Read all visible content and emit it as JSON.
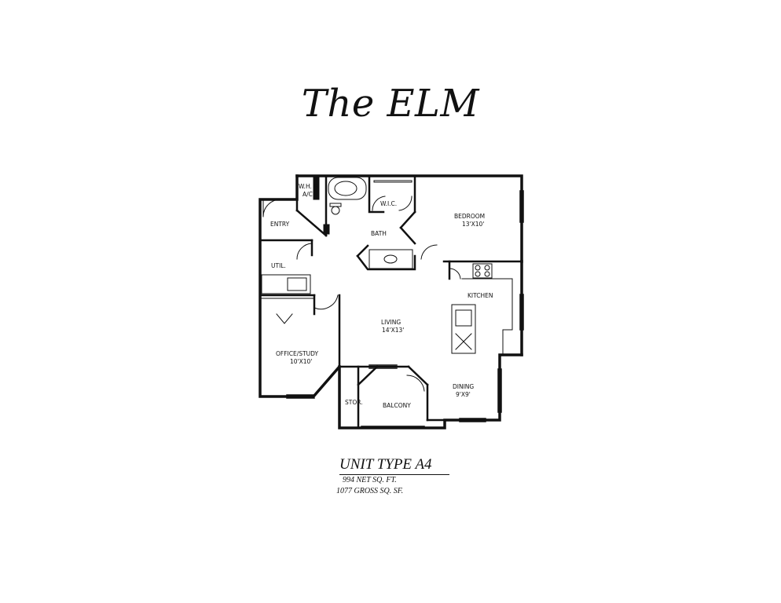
{
  "title": "The ELM",
  "rooms": {
    "wh_ac_1": "W.H. &",
    "wh_ac_2": "A/C",
    "wic": "W.I.C.",
    "bedroom": "BEDROOM",
    "bedroom_dim": "13'X10'",
    "entry": "ENTRY",
    "bath": "BATH",
    "util": "UTIL.",
    "kitchen": "KITCHEN",
    "living": "LIVING",
    "living_dim": "14'X13'",
    "office": "OFFICE/STUDY",
    "office_dim": "10'X10'",
    "dining": "DINING",
    "dining_dim": "9'X9'",
    "stor": "STOR.",
    "balcony": "BALCONY"
  },
  "unit": {
    "type": "UNIT TYPE A4",
    "net": "994 NET SQ. FT.",
    "gross": "1077 GROSS SQ. SF."
  }
}
